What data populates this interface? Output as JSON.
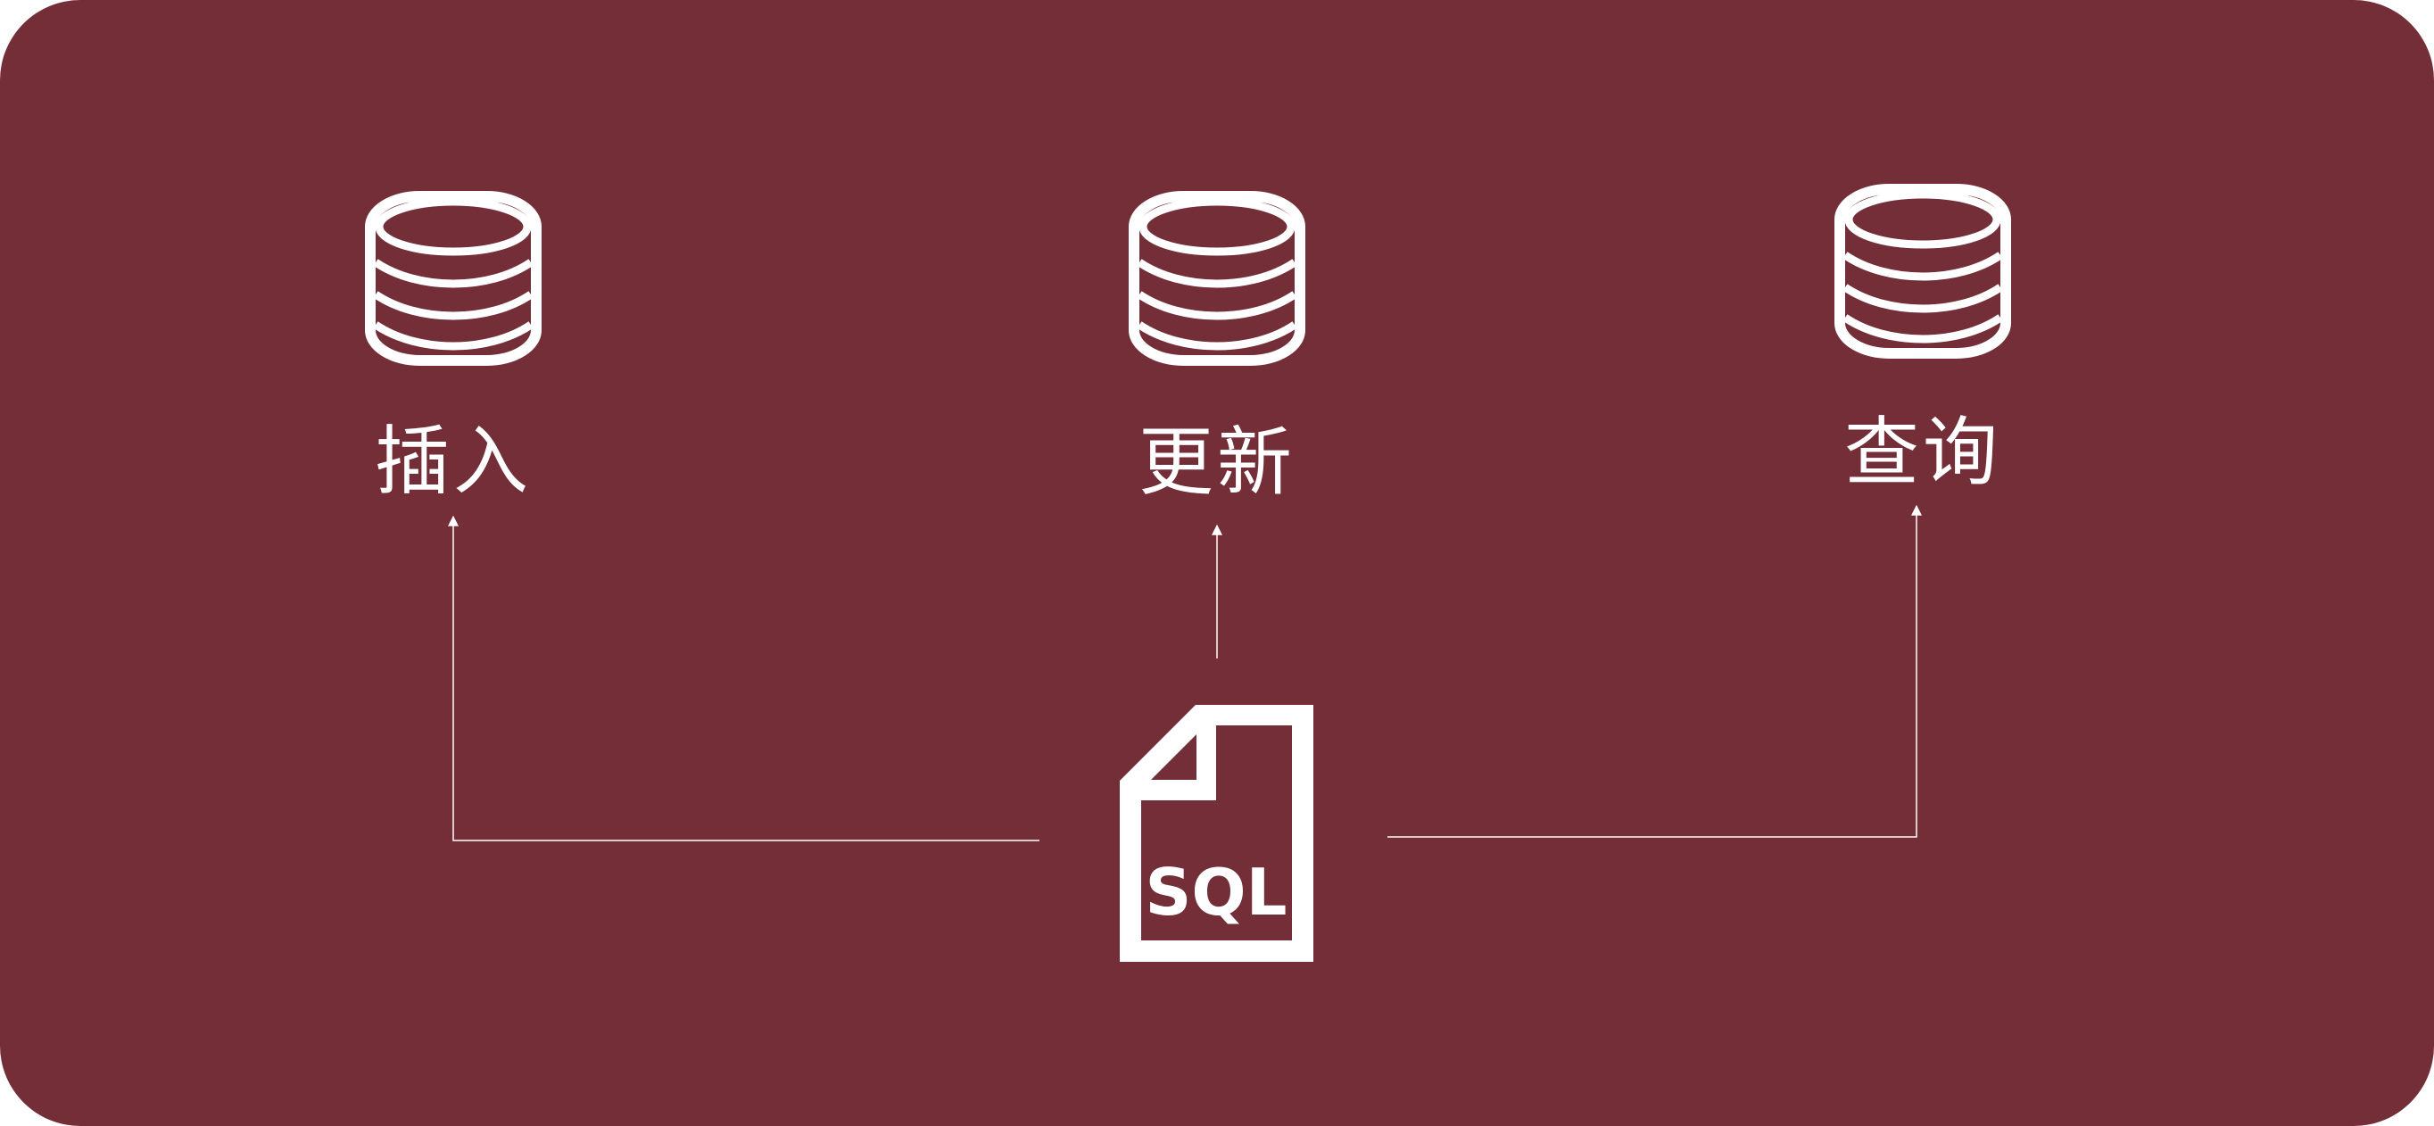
{
  "colors": {
    "background": "#732e37",
    "foreground": "#ffffff"
  },
  "source": {
    "label": "SQL",
    "icon": "sql-file-icon"
  },
  "operations": [
    {
      "key": "insert",
      "label": "插入",
      "icon": "database-icon"
    },
    {
      "key": "update",
      "label": "更新",
      "icon": "database-icon"
    },
    {
      "key": "query",
      "label": "查询",
      "icon": "database-icon"
    }
  ]
}
